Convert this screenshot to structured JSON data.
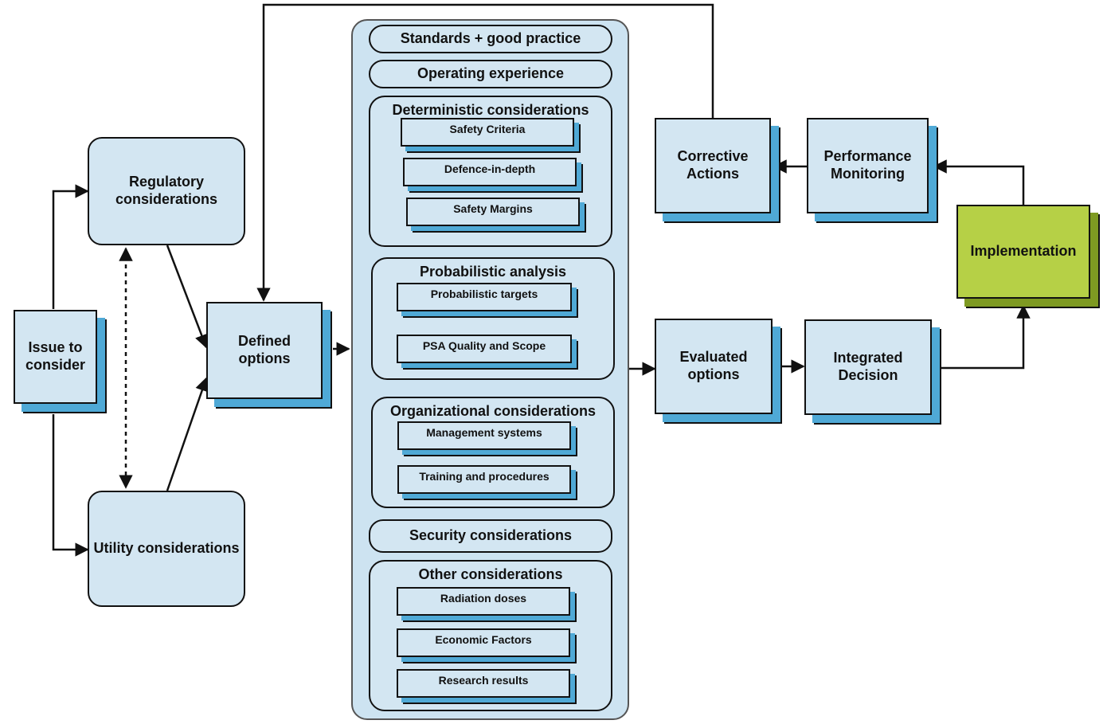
{
  "nodes": {
    "issue": "Issue to consider",
    "regulatory": "Regulatory considerations",
    "utility": "Utility considerations",
    "defined": "Defined options",
    "evaluated": "Evaluated options",
    "integrated": "Integrated Decision",
    "implementation": "Implementation",
    "performance": "Performance Monitoring",
    "corrective": "Corrective Actions"
  },
  "column": {
    "standards": "Standards + good practice",
    "operating": "Operating  experience",
    "deterministic": {
      "title": "Deterministic considerations",
      "items": [
        "Safety Criteria",
        "Defence-in-depth",
        "Safety Margins"
      ]
    },
    "probabilistic": {
      "title": "Probabilistic analysis",
      "items": [
        "Probabilistic  targets",
        "PSA Quality and Scope"
      ]
    },
    "organizational": {
      "title": "Organizational considerations",
      "items": [
        "Management systems",
        "Training and procedures"
      ]
    },
    "security": "Security considerations",
    "other": {
      "title": "Other considerations",
      "items": [
        "Radiation doses",
        "Economic Factors",
        "Research results"
      ]
    }
  },
  "colors": {
    "box_fill": "#d3e6f2",
    "box_depth": "#4fa9d6",
    "implementation_fill": "#b6d046",
    "column_fill": "#cde3f1"
  }
}
